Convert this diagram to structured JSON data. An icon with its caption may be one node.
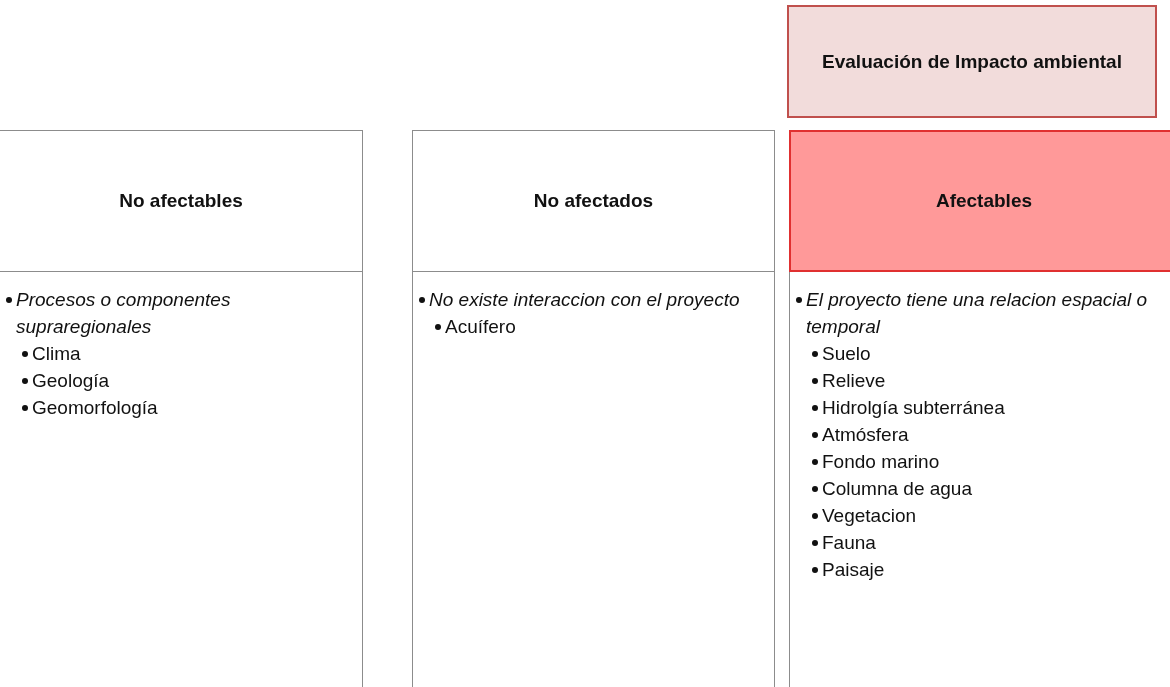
{
  "diagram": {
    "nodes": [
      {
        "text": [
          "Evaluación de Impacto ambiental"
        ]
      },
      {
        "text": [
          "No afectables"
        ]
      },
      {
        "text": [
          "Procesos o componentes supraregionales",
          "Clima",
          "Geología",
          "Geomorfología"
        ]
      },
      {
        "text": [
          "No afectados"
        ]
      },
      {
        "text": [
          "No existe interaccion con el proyecto",
          "Acuífero"
        ]
      },
      {
        "text": [
          "Afectables"
        ]
      },
      {
        "text": [
          "El proyecto tiene una relacion espacial o temporal",
          "Suelo",
          "Relieve",
          "Hidrolgía subterránea",
          "Atmósfera",
          "Fondo marino",
          "Columna de agua",
          "Vegetacion",
          "Fauna",
          "Paisaje"
        ]
      }
    ]
  }
}
